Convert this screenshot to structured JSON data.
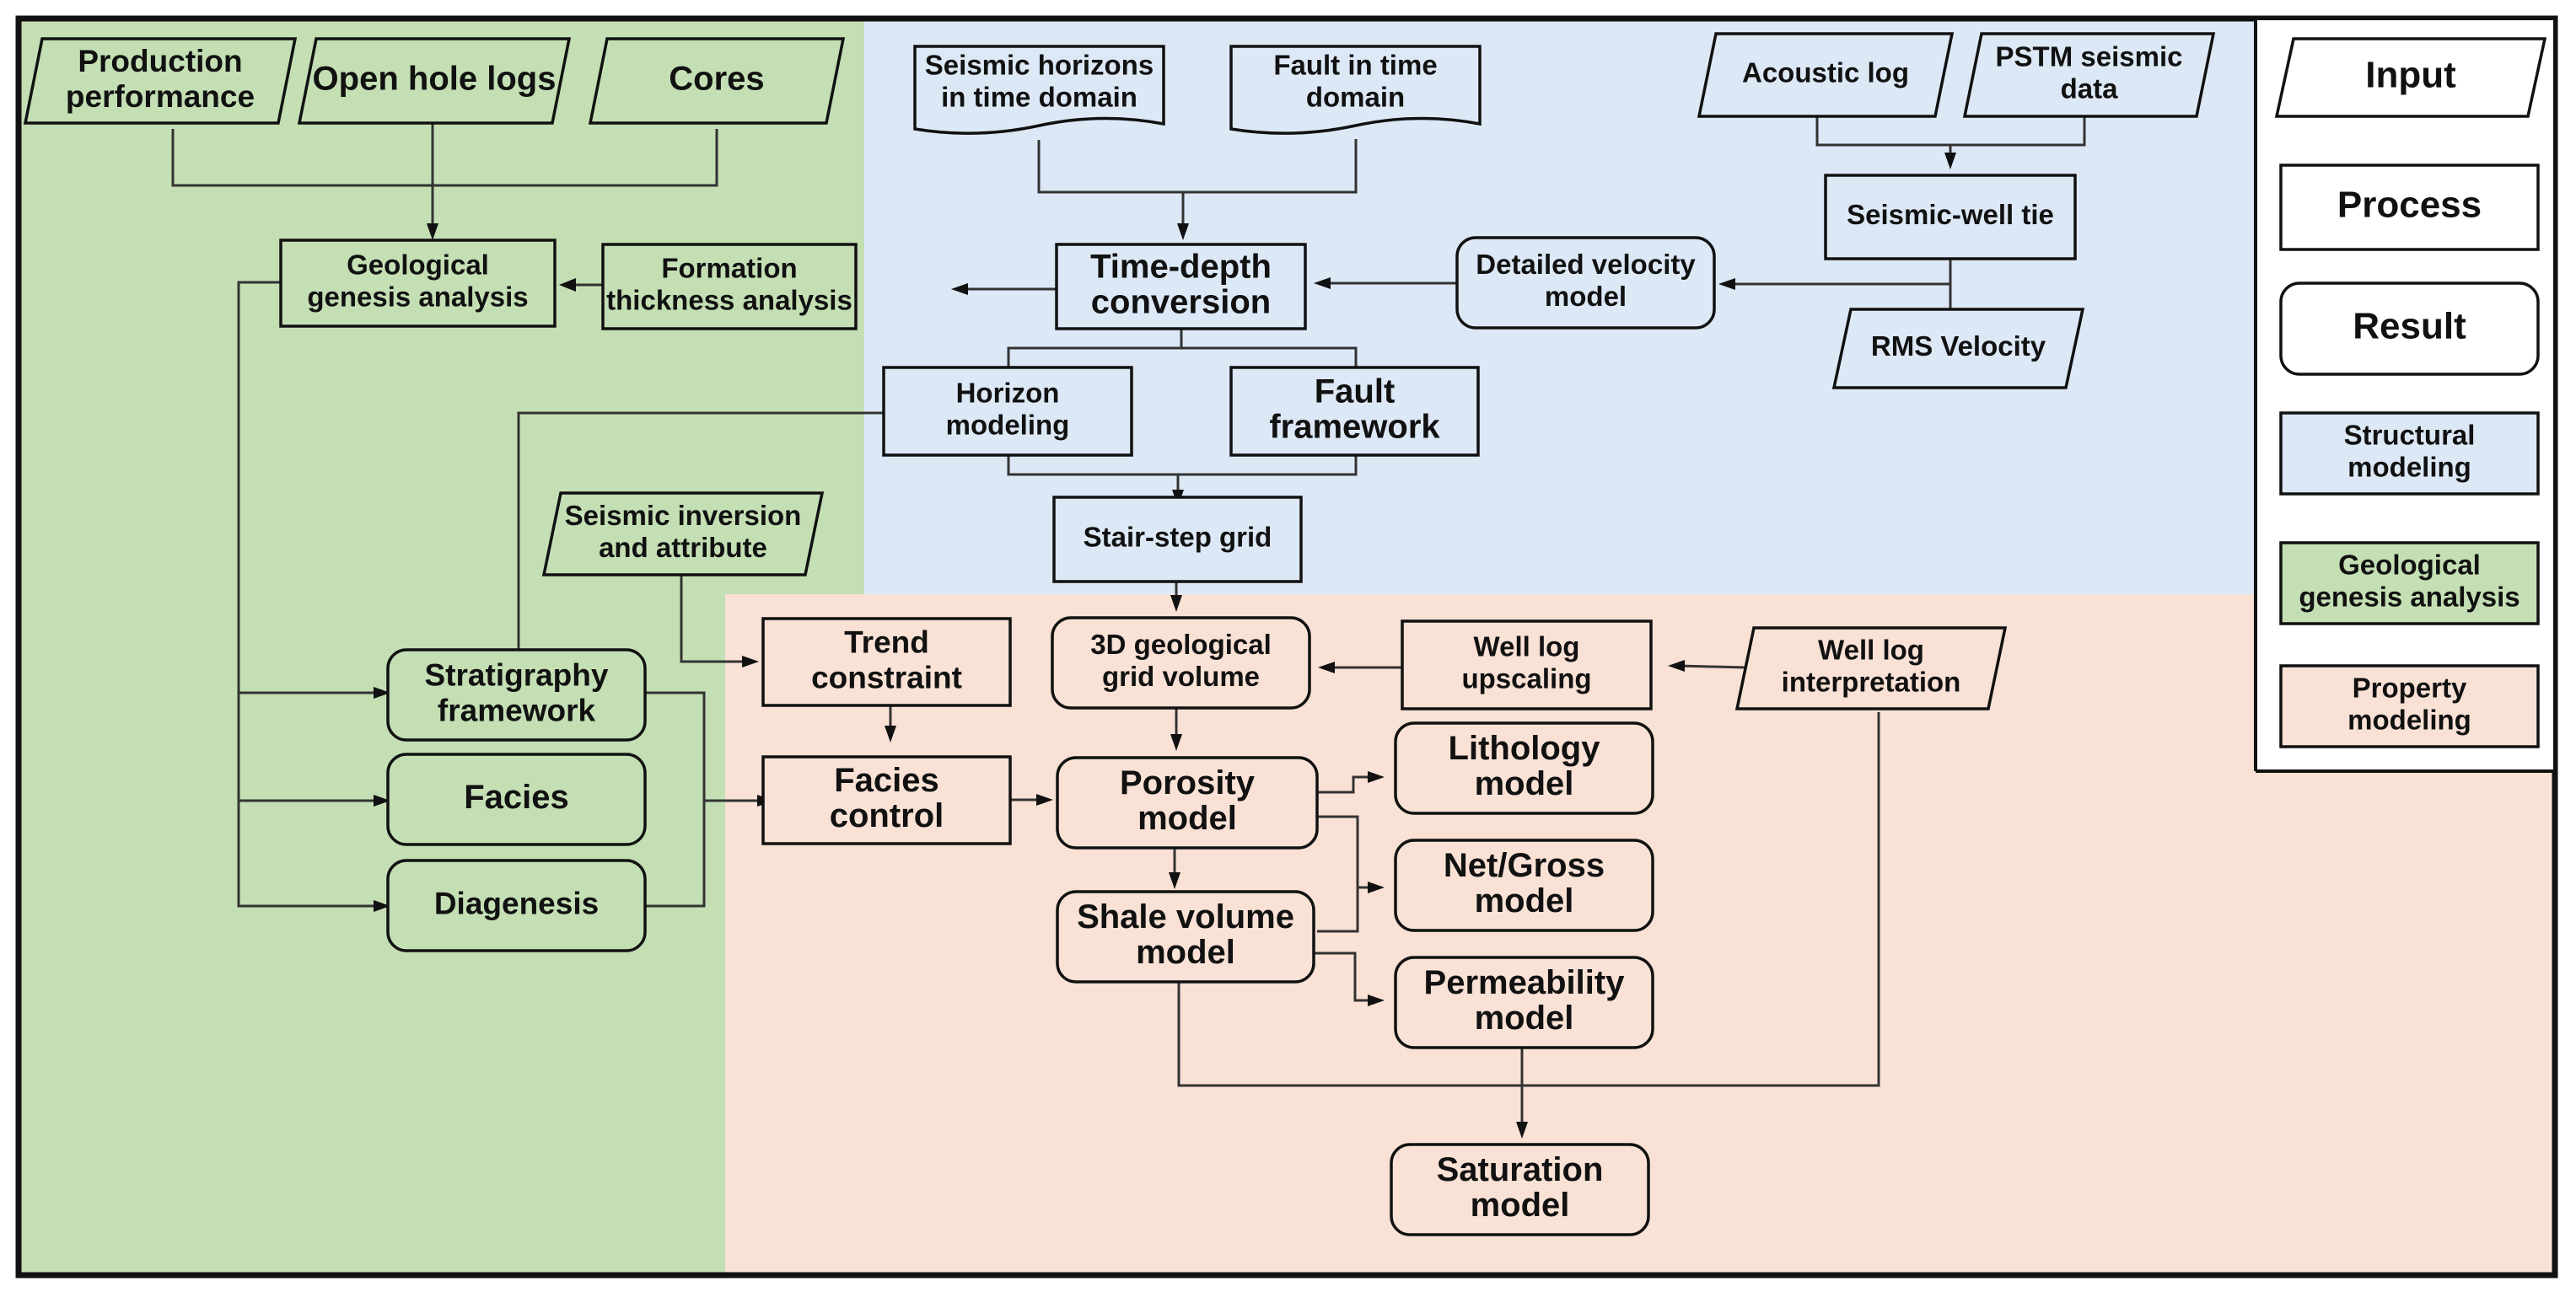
{
  "colors": {
    "geological": "#c4dfb4",
    "structural": "#dce8f5",
    "property": "#f9e1d5",
    "white": "#ffffff",
    "stroke": "#111111"
  },
  "nodes": {
    "production_performance": [
      "Production",
      "performance"
    ],
    "open_hole_logs": [
      "Open hole logs"
    ],
    "cores": [
      "Cores"
    ],
    "geological_genesis": [
      "Geological",
      "genesis analysis"
    ],
    "formation_thickness": [
      "Formation",
      "thickness analysis"
    ],
    "seismic_horizons": [
      "Seismic horizons",
      "in time domain"
    ],
    "fault_time": [
      "Fault in time",
      "domain"
    ],
    "acoustic_log": [
      "Acoustic log"
    ],
    "pstm_seismic": [
      "PSTM seismic",
      "data"
    ],
    "seismic_well_tie": [
      "Seismic-well tie"
    ],
    "time_depth": [
      "Time-depth",
      "conversion"
    ],
    "velocity_model": [
      "Detailed velocity",
      "model"
    ],
    "rms_velocity": [
      "RMS Velocity"
    ],
    "horizon_modeling": [
      "Horizon",
      "modeling"
    ],
    "fault_framework": [
      "Fault",
      "framework"
    ],
    "stair_step": [
      "Stair-step grid"
    ],
    "seismic_inversion": [
      "Seismic inversion",
      "and attribute"
    ],
    "trend_constraint": [
      "Trend",
      "constraint"
    ],
    "grid_volume": [
      "3D geological",
      "grid volume"
    ],
    "well_log_upscaling": [
      "Well log",
      "upscaling"
    ],
    "well_log_interpretation": [
      "Well log",
      "interpretation"
    ],
    "stratigraphy": [
      "Stratigraphy",
      "framework"
    ],
    "facies": [
      "Facies"
    ],
    "diagenesis": [
      "Diagenesis"
    ],
    "facies_control": [
      "Facies",
      "control"
    ],
    "porosity": [
      "Porosity",
      "model"
    ],
    "lithology": [
      "Lithology",
      "model"
    ],
    "net_gross": [
      "Net/Gross",
      "model"
    ],
    "shale_volume": [
      "Shale volume",
      "model"
    ],
    "permeability": [
      "Permeability",
      "model"
    ],
    "saturation": [
      "Saturation",
      "model"
    ]
  },
  "legend": {
    "input": [
      "Input"
    ],
    "process": [
      "Process"
    ],
    "result": [
      "Result"
    ],
    "structural": [
      "Structural",
      "modeling"
    ],
    "geological": [
      "Geological",
      "genesis analysis"
    ],
    "property": [
      "Property",
      "modeling"
    ]
  }
}
